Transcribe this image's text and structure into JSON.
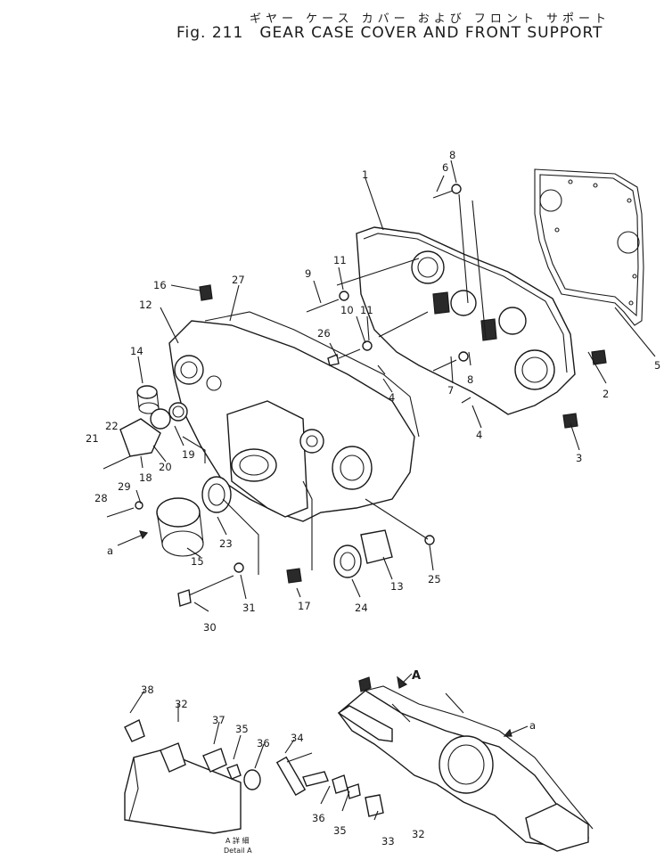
{
  "header": {
    "japanese_title": "ギヤー ケース カバー および フロント サポート",
    "fig_number": "Fig. 211",
    "title": "GEAR CASE COVER AND FRONT SUPPORT"
  },
  "callouts": {
    "c1": "1",
    "c2": "2",
    "c3": "3",
    "c4a": "4",
    "c4b": "4",
    "c5": "5",
    "c6": "6",
    "c7": "7",
    "c8a": "8",
    "c8b": "8",
    "c9": "9",
    "c10": "10",
    "c11a": "11",
    "c11b": "11",
    "c12": "12",
    "c13": "13",
    "c14": "14",
    "c15": "15",
    "c16": "16",
    "c17": "17",
    "c18": "18",
    "c19": "19",
    "c20": "20",
    "c21": "21",
    "c22": "22",
    "c23": "23",
    "c24": "24",
    "c25": "25",
    "c26": "26",
    "c27": "27",
    "c28": "28",
    "c29": "29",
    "c30": "30",
    "c31": "31",
    "c32a": "32",
    "c32b": "32",
    "c33": "33",
    "c34": "34",
    "c35a": "35",
    "c35b": "35",
    "c36a": "36",
    "c36b": "36",
    "c37": "37",
    "c38": "38"
  },
  "view_markers": {
    "arrow_a_upper": "a",
    "arrow_a_lower": "a",
    "detail_arrow": "A"
  },
  "detail_caption": {
    "jp": "A 詳 細",
    "en": "Detail A"
  }
}
